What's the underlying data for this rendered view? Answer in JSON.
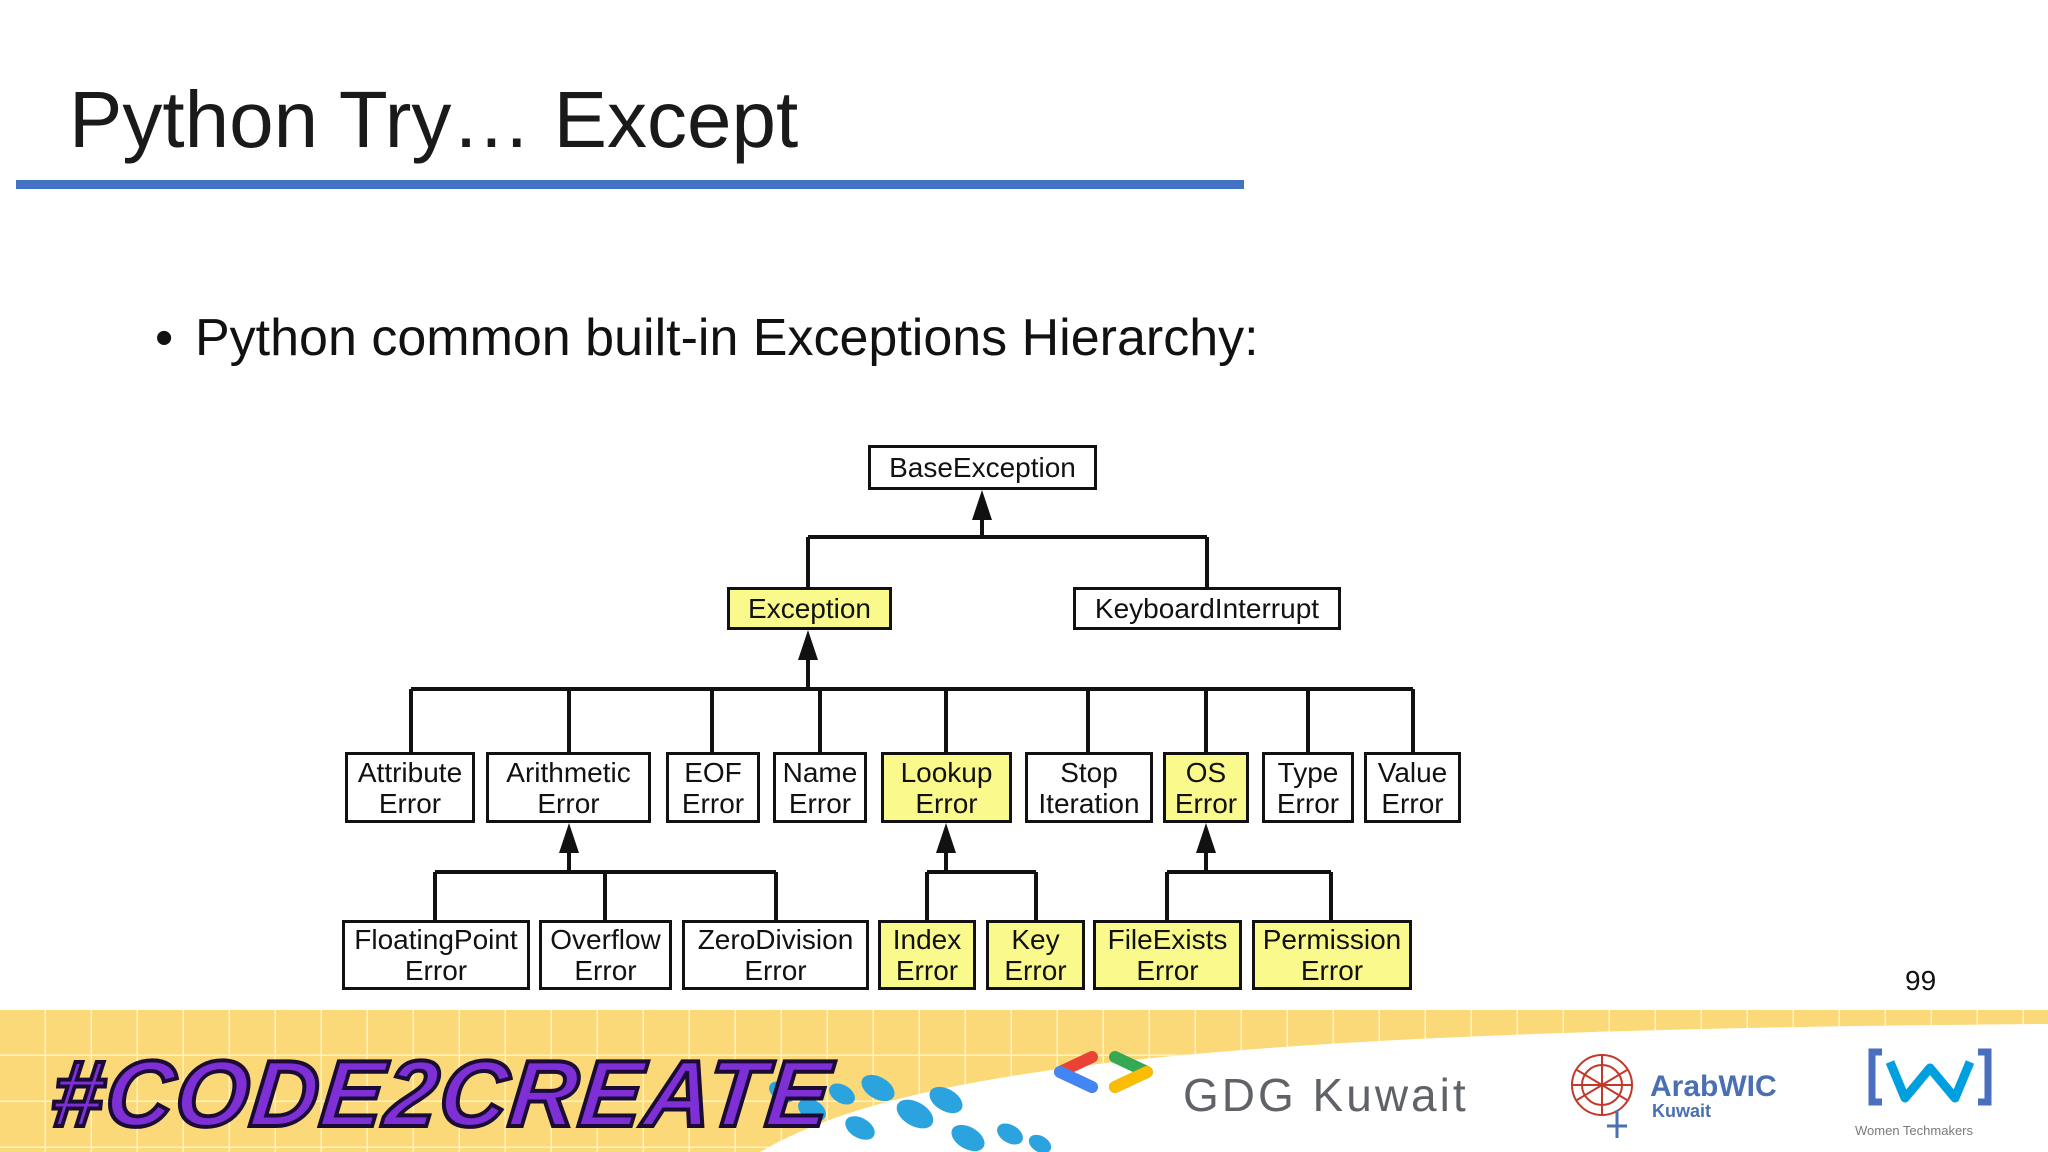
{
  "slide": {
    "title": "Python Try… Except",
    "bullet": "Python common built-in Exceptions Hierarchy:",
    "page_number": "99"
  },
  "diagram": {
    "nodes": {
      "base_exception": {
        "line1": "BaseException",
        "line2": ""
      },
      "exception": {
        "line1": "Exception",
        "line2": ""
      },
      "keyboard_interrupt": {
        "line1": "KeyboardInterrupt",
        "line2": ""
      },
      "attribute_error": {
        "line1": "Attribute",
        "line2": "Error"
      },
      "arithmetic_error": {
        "line1": "Arithmetic",
        "line2": "Error"
      },
      "eof_error": {
        "line1": "EOF",
        "line2": "Error"
      },
      "name_error": {
        "line1": "Name",
        "line2": "Error"
      },
      "lookup_error": {
        "line1": "Lookup",
        "line2": "Error"
      },
      "stop_iteration": {
        "line1": "Stop",
        "line2": "Iteration"
      },
      "os_error": {
        "line1": "OS",
        "line2": "Error"
      },
      "type_error": {
        "line1": "Type",
        "line2": "Error"
      },
      "value_error": {
        "line1": "Value",
        "line2": "Error"
      },
      "floating_point_error": {
        "line1": "FloatingPoint",
        "line2": "Error"
      },
      "overflow_error": {
        "line1": "Overflow",
        "line2": "Error"
      },
      "zero_division_error": {
        "line1": "ZeroDivision",
        "line2": "Error"
      },
      "index_error": {
        "line1": "Index",
        "line2": "Error"
      },
      "key_error": {
        "line1": "Key",
        "line2": "Error"
      },
      "file_exists_error": {
        "line1": "FileExists",
        "line2": "Error"
      },
      "permission_error": {
        "line1": "Permission",
        "line2": "Error"
      }
    },
    "highlight_color": "#fafa8c"
  },
  "footer": {
    "hashtag": "#CODE2CREATE",
    "gdg_label": "GDG Kuwait",
    "arabwic_label": "ArabWIC",
    "arabwic_sub": "Kuwait",
    "wtm_label": "Women Techmakers"
  },
  "colors": {
    "title_rule": "#4472c4",
    "footer_bg": "#fbe39a",
    "hashtag_fill": "#7f2fd6"
  }
}
